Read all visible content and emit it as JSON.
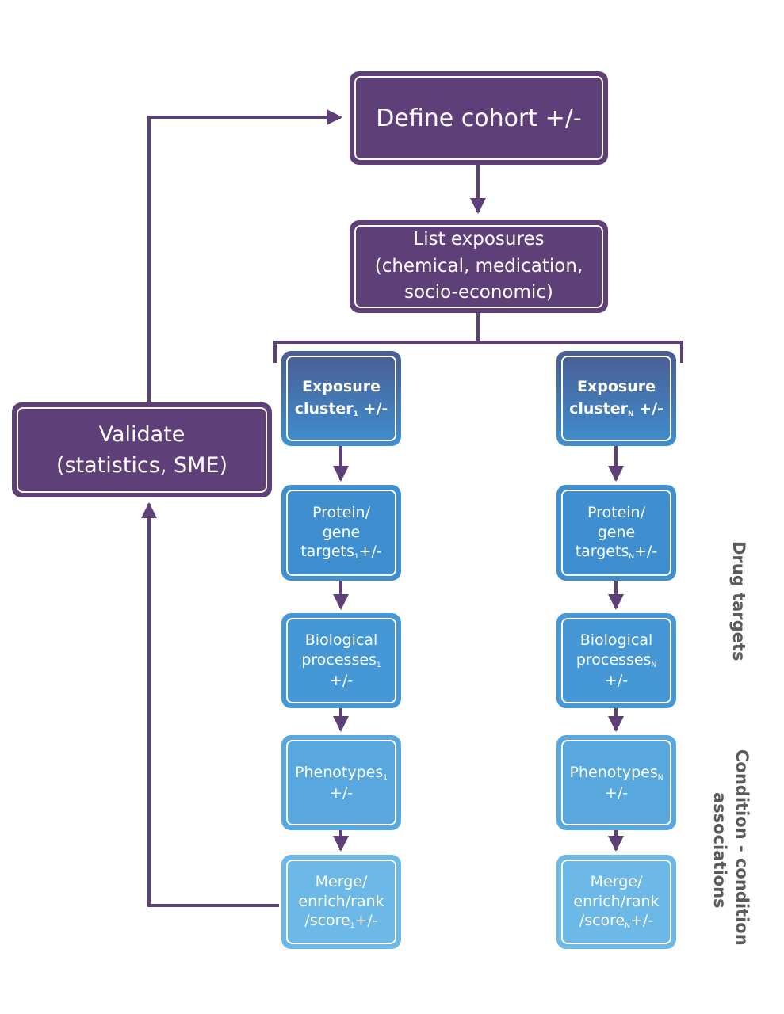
{
  "define_cohort": {
    "label": "Define cohort +/-"
  },
  "list_exposures": {
    "lines": [
      "List exposures",
      "(chemical, medication,",
      "socio-economic)"
    ]
  },
  "validate": {
    "lines": [
      "Validate",
      "(statistics, SME)"
    ]
  },
  "columns": [
    {
      "subscript": "1",
      "exposure": {
        "line1": "Exposure",
        "line2": "cluster",
        "suffix": " +/-"
      },
      "protein": {
        "line1": "Protein/",
        "line2": "gene",
        "line3": "targets",
        "suffix": "+/-"
      },
      "biological": {
        "line1": "Biological",
        "line2": "processes",
        "line3": "+/-"
      },
      "phenotypes": {
        "line1": "Phenotypes",
        "line2": "+/-"
      },
      "merge": {
        "line1": "Merge/",
        "line2": "enrich/rank",
        "line3": "/score",
        "suffix": "+/-"
      }
    },
    {
      "subscript": "N",
      "exposure": {
        "line1": "Exposure",
        "line2": "cluster",
        "suffix": " +/-"
      },
      "protein": {
        "line1": "Protein/",
        "line2": "gene",
        "line3": "targets",
        "suffix": "+/-"
      },
      "biological": {
        "line1": "Biological",
        "line2": "processes",
        "line3": "+/-"
      },
      "phenotypes": {
        "line1": "Phenotypes",
        "line2": "+/-"
      },
      "merge": {
        "line1": "Merge/",
        "line2": "enrich/rank",
        "line3": "/score",
        "suffix": "+/-"
      }
    }
  ],
  "side_labels": {
    "drug_targets": "Drug targets",
    "condition_line1": "Condition - condition",
    "condition_line2": "associations"
  },
  "colors": {
    "purple": "#5f3f77",
    "arrow": "#5f3f77",
    "exposure_top": "#4a5d92",
    "exposure_bottom": "#3f8fd0",
    "protein": "#3f8fd0",
    "biological": "#4597d6",
    "phenotypes": "#58a7df",
    "merge": "#6cb9e8",
    "side_label": "#5a5a5a"
  }
}
